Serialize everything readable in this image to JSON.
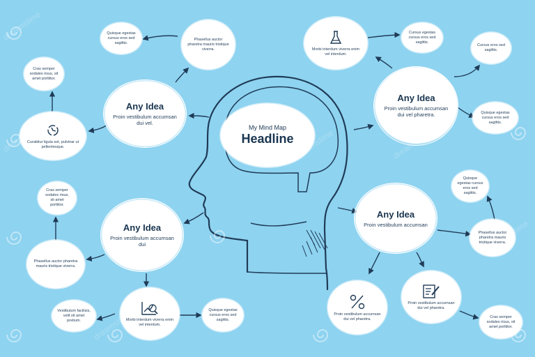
{
  "headline": {
    "pre": "My Mind Map",
    "title": "Headline"
  },
  "ideas": [
    {
      "title": "Any Idea",
      "text": "Proin vestibulum accumsan dui vel."
    },
    {
      "title": "Any Idea",
      "text": "Proin vestibulum accumsan dui vel pharetra."
    },
    {
      "title": "Any Idea",
      "text": "Proin vestibulum accumsan dui"
    },
    {
      "title": "Any Idea",
      "text": "Proin vestibulum accumsan"
    }
  ],
  "notes": {
    "quisque_tl": "Quisque egestas cursus eros sed sagittis.",
    "phasellus_top": "Phasellus auctor pharetra mauris tristique viverra.",
    "cras_left": "Cras semper sodales risus, sit amet porttitor.",
    "curabitur_left": "Curabitur ligula est, pulvinar ut pellentesque.",
    "morbi_top": "Morbi interdum viverra enim vel interdum.",
    "cursus_tr": "Cursus egestas cursus eros sed sagittis.",
    "cursus_right": "Cursus eros sed sagittis.",
    "quisque_right": "Quisque egestas cursus eros sed sagittis.",
    "cras_ll": "Cras semper sodales risus, sit amet porttitor.",
    "phasellus_ll": "Phasellus auctor pharetra mauris tristique viverra.",
    "vestibulum_bl": "Vestibulum facilisis, velit sit amet pretium.",
    "morbi_bottom": "Morbi interdum viverra enim vel interdum.",
    "quisque_bottom": "Quisque egestas cursus eros sed sagittis.",
    "quisque_rr": "Quisque egestas cursus eros sed sagittis.",
    "phasellus_rr": "Phasellus auctor pharetra mauris tristique viverra.",
    "proin_br1": "Proin vestibulum accumsan dui vel pharetra.",
    "proin_br2": "Proin vestibulum accumsan dui vel pharetra.",
    "cras_br": "Cras semper sodales risus, sit amet porttitor."
  },
  "icons": [
    "flask-icon",
    "recycle-icon",
    "growth-chart-icon",
    "percent-icon",
    "document-pen-icon"
  ],
  "watermarks": [
    "dreamstime"
  ],
  "colors": {
    "background": "#8ed3f0",
    "ink": "#1f3b57",
    "node": "#ffffff"
  }
}
